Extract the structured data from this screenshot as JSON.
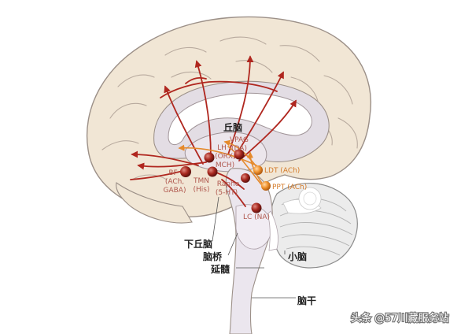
{
  "regions": {
    "thalamus": "丘脑",
    "hypothalamus": "下丘脑",
    "pons": "脑桥",
    "medulla": "延髓",
    "cerebellum": "小脑",
    "brainstem": "脑干"
  },
  "nuclei": {
    "bf": [
      "BF",
      "(ACh,",
      "GABA)"
    ],
    "tmn": [
      "TMN",
      "(His)"
    ],
    "lh": [
      "LH",
      "(ORX,",
      "MCH)"
    ],
    "vpag": [
      "VPAG",
      "(DA)"
    ],
    "raphe": [
      "Raphe",
      "(5-HT)"
    ],
    "lc": [
      "LC (NA)"
    ],
    "ldt": [
      "LDT (ACh)"
    ],
    "ppt": [
      "PPT (ACh)"
    ]
  },
  "watermark": "头条 @57川藏服务站",
  "colors": {
    "cortex": "#f1e6d5",
    "cortex_outline": "#9c9088",
    "inner": "#e3dde4",
    "ventricle": "#ffffff",
    "red_path": "#b0271f",
    "orange_path": "#e58a2c",
    "cerebellum_gray": "#ececec"
  }
}
